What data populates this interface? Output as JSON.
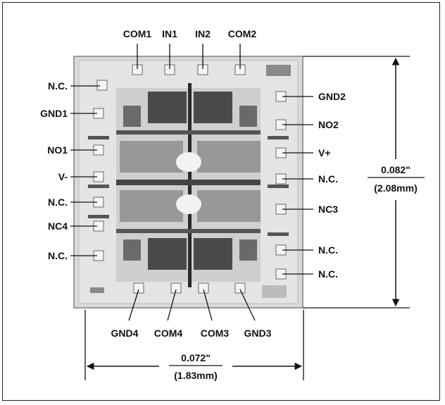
{
  "figure": {
    "top_pins": [
      "COM1",
      "IN1",
      "IN2",
      "COM2"
    ],
    "left_pins": [
      "N.C.",
      "GND1",
      "NO1",
      "V-",
      "N.C.",
      "NC4",
      "N.C."
    ],
    "right_pins": [
      "GND2",
      "NO2",
      "V+",
      "N.C.",
      "NC3",
      "N.C.",
      "N.C."
    ],
    "bottom_pins": [
      "GND4",
      "COM4",
      "COM3",
      "GND3"
    ],
    "height_dimension": {
      "inches": "0.082\"",
      "mm": "(2.08mm)"
    },
    "width_dimension": {
      "inches": "0.072\"",
      "mm": "(1.83mm)"
    }
  }
}
